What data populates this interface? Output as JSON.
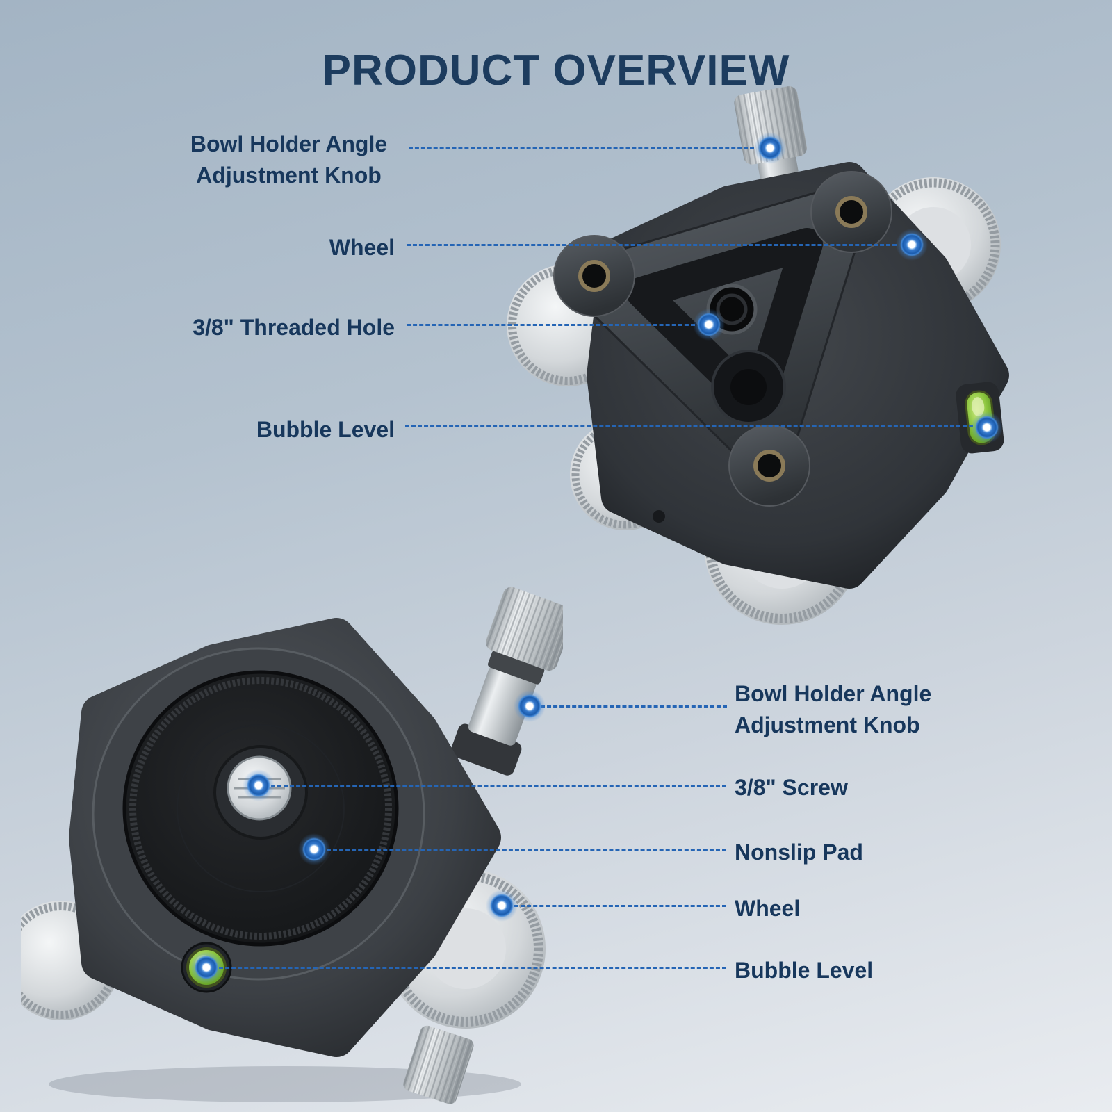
{
  "title": "PRODUCT OVERVIEW",
  "colors": {
    "accent_blue": "#2565b5",
    "title_text": "#1d3c5e",
    "label_text": "#17375c",
    "leader_line": "#2565b5",
    "bubble_level_green": "#8cc63f",
    "product_body_dark": "#34383c",
    "metal_silver": "#c9ced2",
    "background_top": "#a3b4c4",
    "background_bottom": "#e9ecf0"
  },
  "top_view": {
    "callouts": [
      {
        "label": "Bowl Holder Angle Adjustment Knob"
      },
      {
        "label": "Wheel"
      },
      {
        "label": "3/8\" Threaded Hole"
      },
      {
        "label": "Bubble Level"
      }
    ]
  },
  "bottom_view": {
    "callouts": [
      {
        "label": "Bowl Holder Angle Adjustment Knob"
      },
      {
        "label": "3/8\" Screw"
      },
      {
        "label": "Nonslip Pad"
      },
      {
        "label": "Wheel"
      },
      {
        "label": "Bubble Level"
      }
    ]
  }
}
